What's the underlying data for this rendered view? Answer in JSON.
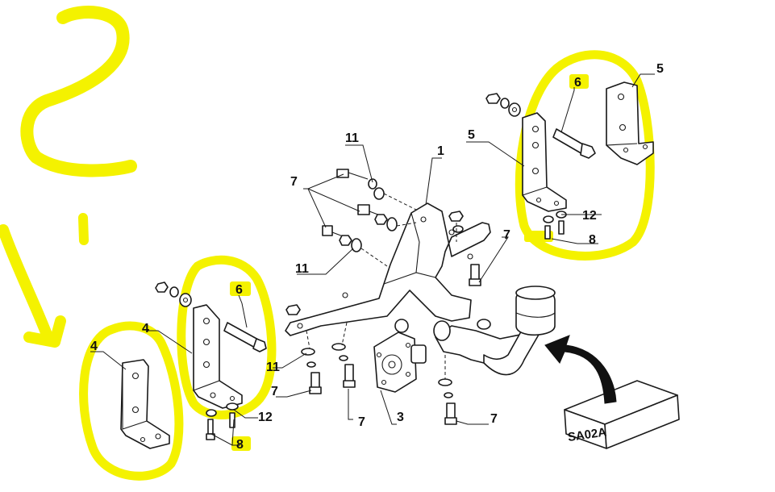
{
  "diagram": {
    "labels": {
      "part_1": "1",
      "part_3": "3",
      "part_4_left": "4",
      "part_4_mid": "4",
      "part_5_left": "5",
      "part_5_right": "5",
      "part_6_left": "6",
      "part_6_right": "6",
      "part_7_top": "7",
      "part_7_right": "7",
      "part_7_left": "7",
      "part_7_bottom_mid": "7",
      "part_7_bottom_right": "7",
      "part_8_left": "8",
      "part_8_right": "8",
      "part_11_top": "11",
      "part_11_mid": "11",
      "part_11_low": "11",
      "part_12_left": "12",
      "part_12_right": "12"
    },
    "box_label": "SA02A",
    "highlight_color": "#f4f200"
  }
}
